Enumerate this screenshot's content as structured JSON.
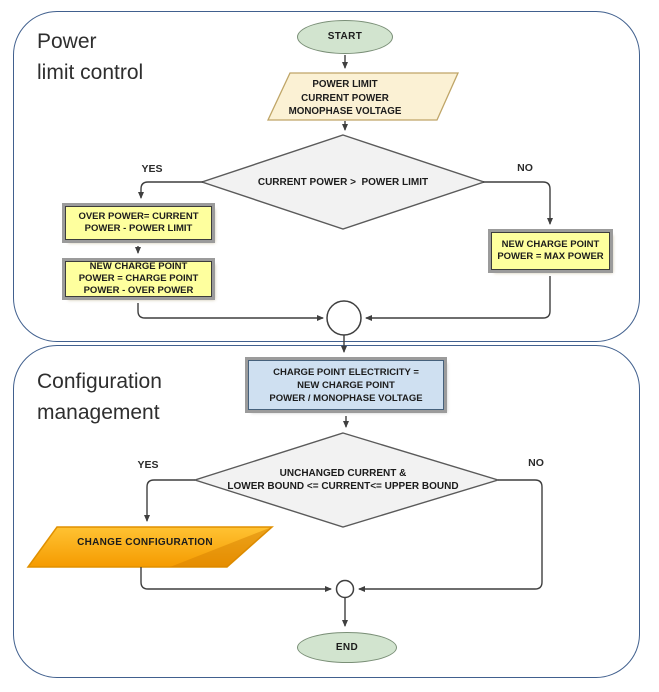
{
  "sections": [
    {
      "id": "power-limit-control",
      "title_lines": [
        "Power",
        "limit control"
      ]
    },
    {
      "id": "configuration-management",
      "title_lines": [
        "Configuration",
        "management"
      ]
    }
  ],
  "nodes": {
    "start": {
      "label": "START"
    },
    "inputs": {
      "lines": [
        "POWER LIMIT",
        "CURRENT POWER",
        "MONOPHASE VOLTAGE"
      ]
    },
    "decision_power": {
      "lines": [
        "CURRENT POWER >  POWER LIMIT"
      ]
    },
    "over_power": {
      "lines": [
        "OVER POWER= CURRENT",
        "POWER - POWER LIMIT"
      ]
    },
    "new_charge_point_yes": {
      "lines": [
        "NEW CHARGE POINT",
        "POWER = CHARGE POINT",
        "POWER - OVER POWER"
      ]
    },
    "new_charge_point_no": {
      "lines": [
        "NEW CHARGE POINT",
        "POWER = MAX POWER"
      ]
    },
    "charge_point_electricity": {
      "lines": [
        "CHARGE POINT ELECTRICITY =",
        "NEW CHARGE POINT",
        "POWER / MONOPHASE VOLTAGE"
      ]
    },
    "decision_current": {
      "lines": [
        "UNCHANGED CURRENT &",
        "LOWER BOUND <= CURRENT<= UPPER BOUND"
      ]
    },
    "change_configuration": {
      "label": "CHANGE CONFIGURATION"
    },
    "end": {
      "label": "END"
    }
  },
  "edge_labels": {
    "decision_power_yes": "YES",
    "decision_power_no": "NO",
    "decision_current_yes": "YES",
    "decision_current_no": "NO"
  },
  "colors": {
    "section_border": "#41608e",
    "terminator_fill": "#d2e4cf",
    "terminator_border": "#7a8f77",
    "io_fill": "#fbf1d4",
    "io_border": "#bfa567",
    "decision_fill": "#f2f2f2",
    "decision_border": "#5a5a5a",
    "process_fill": "#feff9e",
    "process_border": "#3c3c3c",
    "process_frame": "#9b9b9b",
    "data_fill": "#cfe0f1",
    "data_border": "#46617c",
    "change_fill_top": "#ffc333",
    "change_fill_bottom": "#f59b00",
    "change_border": "#e09000",
    "line": "#3f3f3f"
  }
}
